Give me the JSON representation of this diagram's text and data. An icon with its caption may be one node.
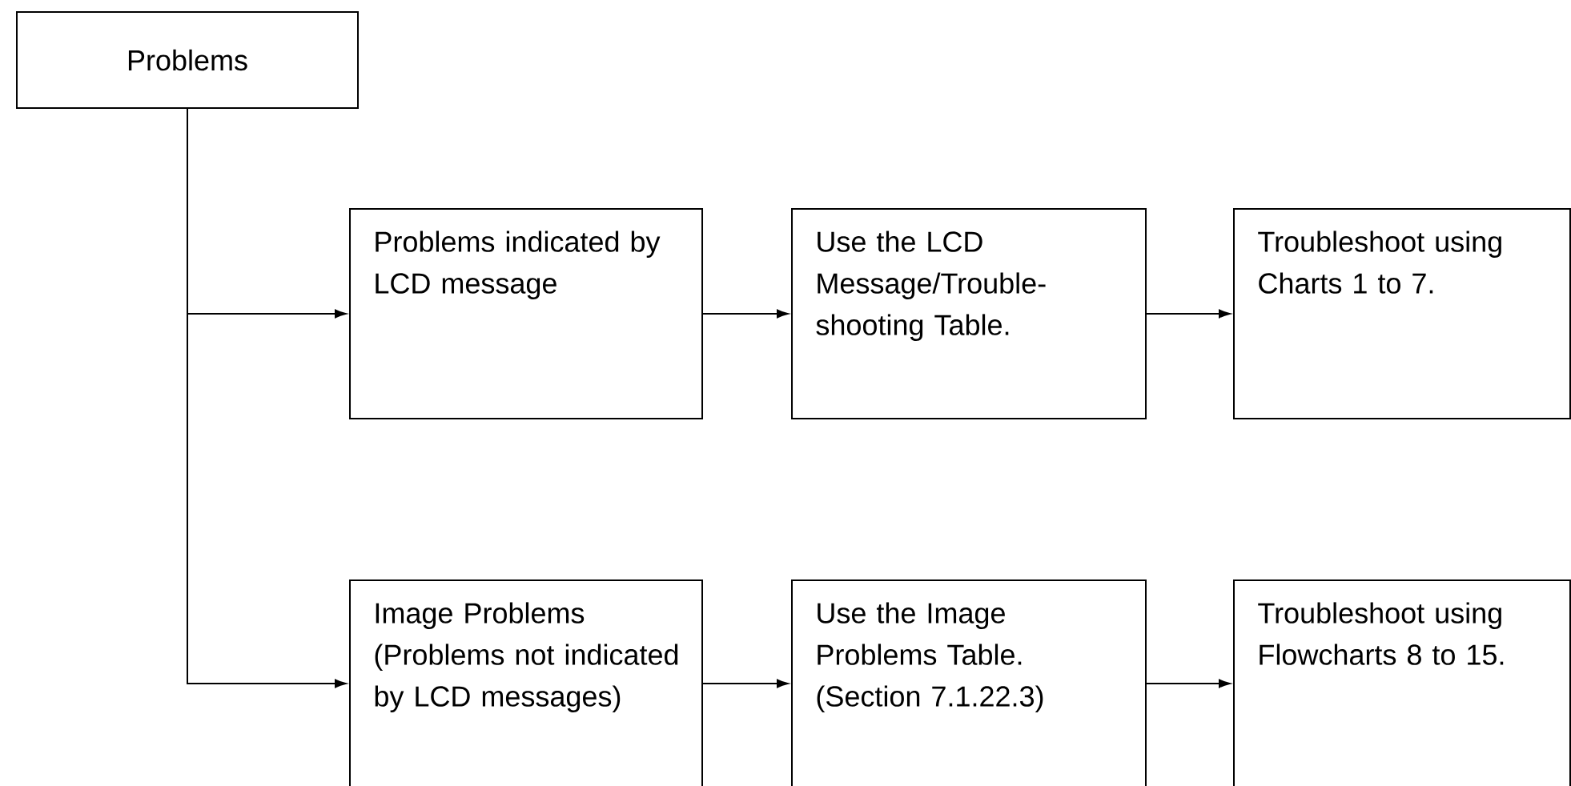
{
  "diagram": {
    "nodes": [
      {
        "text": [
          "Problems"
        ]
      },
      {
        "text": [
          "Problems indicated by LCD message"
        ]
      },
      {
        "text": [
          "Use the LCD Message/Trouble-shooting Table."
        ]
      },
      {
        "text": [
          "Troubleshoot using Charts 1 to 7."
        ]
      },
      {
        "text": [
          "Image Problems (Problems not indicated by LCD messages)"
        ]
      },
      {
        "text": [
          "Use the Image Problems Table. (Section 7.1.22.3)"
        ]
      },
      {
        "text": [
          "Troubleshoot using Flowcharts 8 to 15."
        ]
      }
    ],
    "edges": [
      {
        "from": 0,
        "to": 1,
        "arrow": "to"
      },
      {
        "from": 0,
        "to": 4,
        "arrow": "to"
      },
      {
        "from": 1,
        "to": 2,
        "arrow": "to"
      },
      {
        "from": 2,
        "to": 3,
        "arrow": "to"
      },
      {
        "from": 4,
        "to": 5,
        "arrow": "to"
      },
      {
        "from": 5,
        "to": 6,
        "arrow": "to"
      }
    ]
  }
}
